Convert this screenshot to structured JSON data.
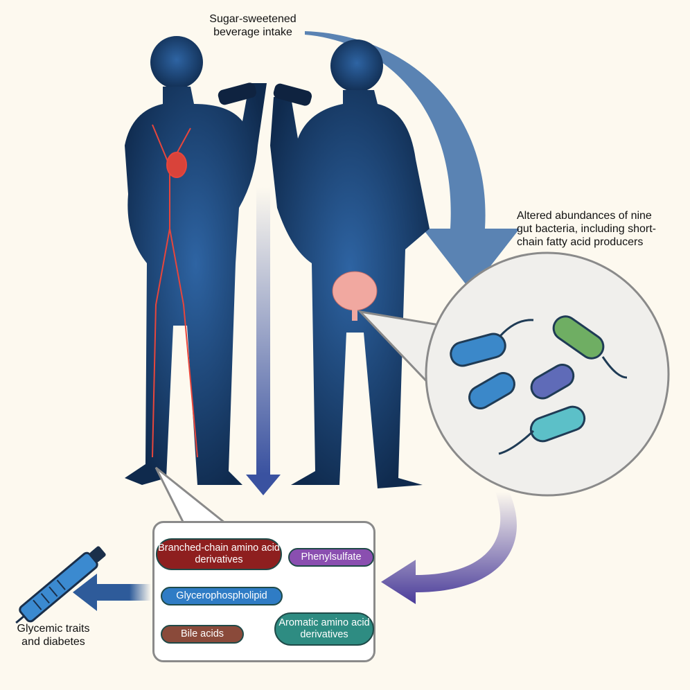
{
  "labels": {
    "intake": "Sugar-sweetened beverage intake",
    "bacteria": "Altered abundances of nine gut bacteria, including short-chain fatty acid producers",
    "outcome": "Glycemic traits and diabetes"
  },
  "metabolites": [
    {
      "label": "Branched-chain amino acid derivatives",
      "color": "#8e1f1f"
    },
    {
      "label": "Phenylsulfate",
      "color": "#8a4fb0"
    },
    {
      "label": "Glycerophospholipid",
      "color": "#2f7cc5"
    },
    {
      "label": "Bile acids",
      "color": "#8a4a3a"
    },
    {
      "label": "Aromatic amino acid derivatives",
      "color": "#2e8c82"
    }
  ],
  "colors": {
    "background": "#fdf9ef",
    "figure": "#1a3f6b",
    "arrow": "#2e5b9a",
    "purple_arrow": "#4a3c9a"
  }
}
